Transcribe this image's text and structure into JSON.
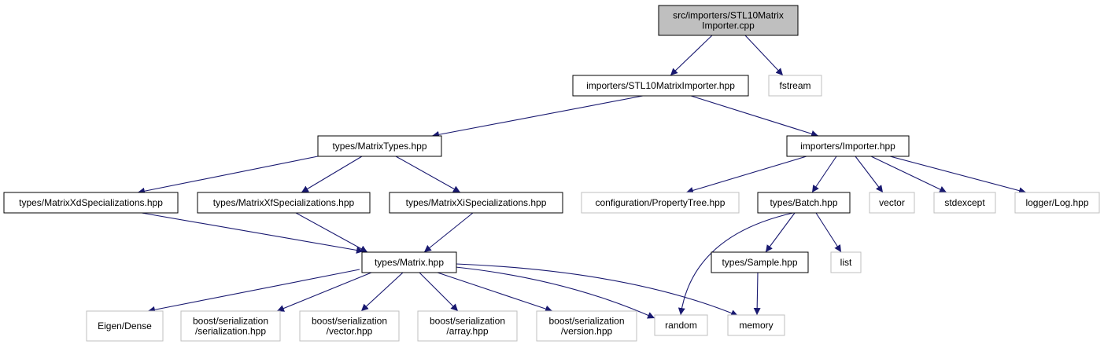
{
  "colors": {
    "background": "#ffffff",
    "root_fill": "#bfbfbf",
    "local_border": "#000000",
    "external_border": "#bfbfbf",
    "edge": "#191970",
    "text": "#000000"
  },
  "diagram": {
    "nodes": [
      {
        "id": "n0",
        "lines": [
          "src/importers/STL10Matrix",
          "Importer.cpp"
        ],
        "kind": "root"
      },
      {
        "id": "n1",
        "lines": [
          "importers/STL10MatrixImporter.hpp"
        ],
        "kind": "local"
      },
      {
        "id": "n2",
        "lines": [
          "fstream"
        ],
        "kind": "external"
      },
      {
        "id": "n3",
        "lines": [
          "types/MatrixTypes.hpp"
        ],
        "kind": "local"
      },
      {
        "id": "n4",
        "lines": [
          "importers/Importer.hpp"
        ],
        "kind": "local"
      },
      {
        "id": "n5",
        "lines": [
          "types/MatrixXdSpecializations.hpp"
        ],
        "kind": "local"
      },
      {
        "id": "n6",
        "lines": [
          "types/MatrixXfSpecializations.hpp"
        ],
        "kind": "local"
      },
      {
        "id": "n7",
        "lines": [
          "types/MatrixXiSpecializations.hpp"
        ],
        "kind": "local"
      },
      {
        "id": "n8",
        "lines": [
          "configuration/PropertyTree.hpp"
        ],
        "kind": "external"
      },
      {
        "id": "n9",
        "lines": [
          "types/Batch.hpp"
        ],
        "kind": "local"
      },
      {
        "id": "n10",
        "lines": [
          "vector"
        ],
        "kind": "external"
      },
      {
        "id": "n11",
        "lines": [
          "stdexcept"
        ],
        "kind": "external"
      },
      {
        "id": "n12",
        "lines": [
          "logger/Log.hpp"
        ],
        "kind": "external"
      },
      {
        "id": "n13",
        "lines": [
          "types/Matrix.hpp"
        ],
        "kind": "local"
      },
      {
        "id": "n14",
        "lines": [
          "types/Sample.hpp"
        ],
        "kind": "local"
      },
      {
        "id": "n15",
        "lines": [
          "list"
        ],
        "kind": "external"
      },
      {
        "id": "n16",
        "lines": [
          "Eigen/Dense"
        ],
        "kind": "external"
      },
      {
        "id": "n17",
        "lines": [
          "boost/serialization",
          "/serialization.hpp"
        ],
        "kind": "external"
      },
      {
        "id": "n18",
        "lines": [
          "boost/serialization",
          "/vector.hpp"
        ],
        "kind": "external"
      },
      {
        "id": "n19",
        "lines": [
          "boost/serialization",
          "/array.hpp"
        ],
        "kind": "external"
      },
      {
        "id": "n20",
        "lines": [
          "boost/serialization",
          "/version.hpp"
        ],
        "kind": "external"
      },
      {
        "id": "n21",
        "lines": [
          "random"
        ],
        "kind": "external"
      },
      {
        "id": "n22",
        "lines": [
          "memory"
        ],
        "kind": "external"
      }
    ],
    "edges": [
      [
        "n0",
        "n1"
      ],
      [
        "n0",
        "n2"
      ],
      [
        "n1",
        "n3"
      ],
      [
        "n1",
        "n4"
      ],
      [
        "n3",
        "n5"
      ],
      [
        "n3",
        "n6"
      ],
      [
        "n3",
        "n7"
      ],
      [
        "n4",
        "n8"
      ],
      [
        "n4",
        "n9"
      ],
      [
        "n4",
        "n10"
      ],
      [
        "n4",
        "n11"
      ],
      [
        "n4",
        "n12"
      ],
      [
        "n5",
        "n13"
      ],
      [
        "n6",
        "n13"
      ],
      [
        "n7",
        "n13"
      ],
      [
        "n9",
        "n21"
      ],
      [
        "n9",
        "n14"
      ],
      [
        "n9",
        "n15"
      ],
      [
        "n13",
        "n16"
      ],
      [
        "n13",
        "n17"
      ],
      [
        "n13",
        "n18"
      ],
      [
        "n13",
        "n19"
      ],
      [
        "n13",
        "n20"
      ],
      [
        "n13",
        "n21"
      ],
      [
        "n13",
        "n22"
      ],
      [
        "n14",
        "n22"
      ]
    ]
  }
}
